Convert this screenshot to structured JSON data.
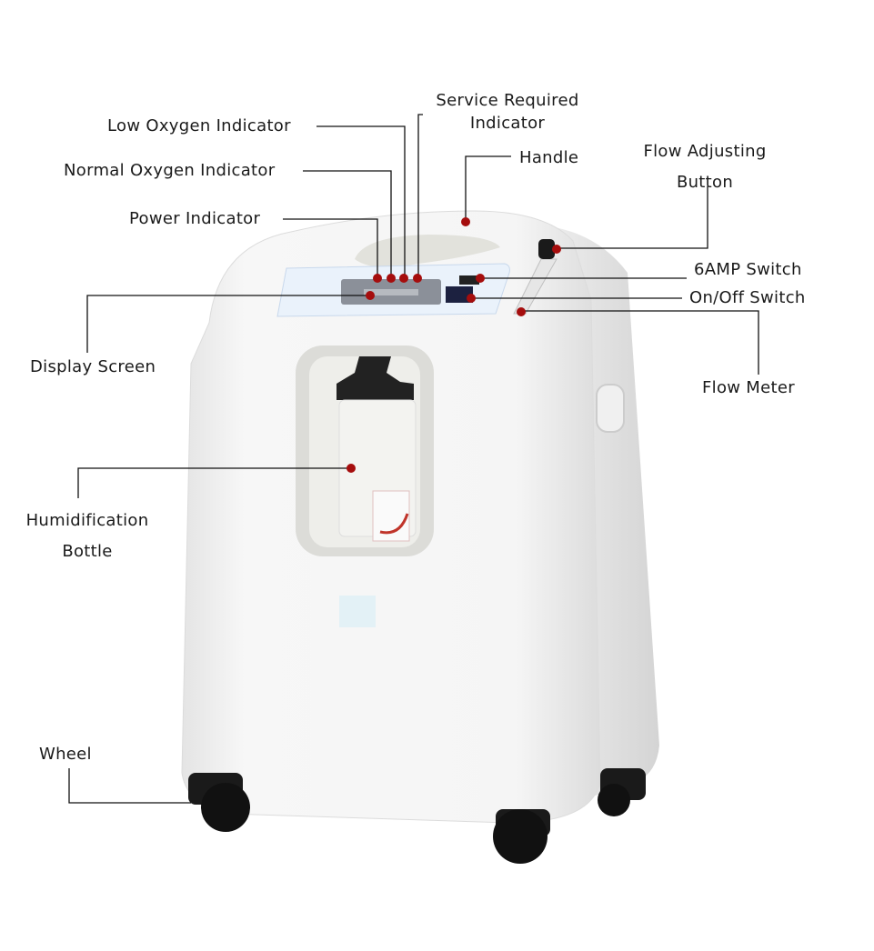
{
  "labels": {
    "service_required": [
      "Service Required",
      "Indicator"
    ],
    "low_oxygen": "Low Oxygen Indicator",
    "normal_oxygen": "Normal Oxygen Indicator",
    "power": "Power Indicator",
    "handle": "Handle",
    "flow_adjusting": [
      "Flow Adjusting",
      "Button"
    ],
    "six_amp": "6AMP Switch",
    "on_off": "On/Off Switch",
    "flow_meter": "Flow Meter",
    "display_screen": "Display Screen",
    "humidification": [
      "Humidification",
      "Bottle"
    ],
    "wheel": "Wheel"
  },
  "colors": {
    "marker": "#a50d0d",
    "leader": "#111111",
    "body": "#f4f4f4"
  }
}
